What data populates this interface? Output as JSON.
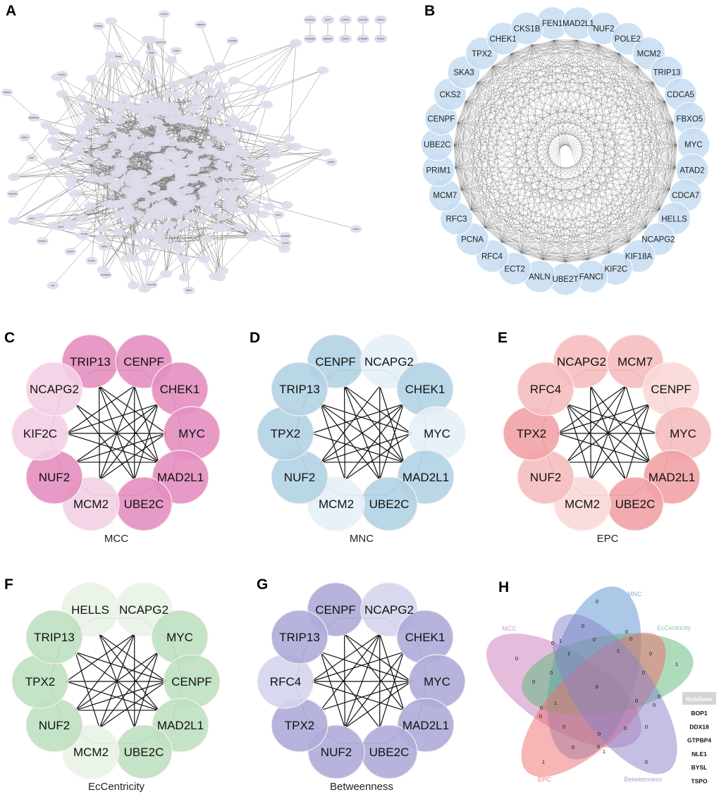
{
  "panel_letters": {
    "a": "A",
    "b": "B",
    "c": "C",
    "d": "D",
    "e": "E",
    "f": "F",
    "g": "G",
    "h": "H"
  },
  "panel_a": {
    "isolated_pairs": [
      [
        "KIAA1211",
        "KIAA1549"
      ],
      [
        "GLTP",
        "ZDHHC9"
      ],
      [
        "CAPN5",
        "STAP2"
      ],
      [
        "C12orf29",
        "OTUD6B"
      ],
      [
        "BTNL3",
        "BTNL8"
      ]
    ],
    "peripheral_labels": [
      "FUCA1",
      "PRIMA1",
      "TMEM72",
      "CCDC80",
      "VWA5A",
      "OLFM1",
      "RLP",
      "GGCT",
      "VILL",
      "ASUN",
      "BCHE",
      "CES2",
      "GALNT12",
      "CLMN",
      "GTF2IRD1",
      "BEX4",
      "C9orf106",
      "HOMER1",
      "VSIG2",
      "IDSP3",
      "CLIC5",
      "CHP1",
      "C10orf54",
      "MAPT",
      "DENND2A",
      "CXXC5",
      "PLCD1",
      "PLCE1",
      "ITPKA",
      "TCEAL3"
    ],
    "node_color": "#dcdcec"
  },
  "panel_b": {
    "node_color": "#c6ddf1",
    "nodes": [
      "FEN1",
      "MAD2L1",
      "NUF2",
      "POLE2",
      "MCM2",
      "TRIP13",
      "CDCA5",
      "FBXO5",
      "MYC",
      "ATAD2",
      "CDCA7",
      "HELLS",
      "NCAPG2",
      "KIF18A",
      "KIF2C",
      "FANCI",
      "UBE2T",
      "ANLN",
      "ECT2",
      "RFC4",
      "PCNA",
      "RFC3",
      "MCM7",
      "PRIM1",
      "UBE2C",
      "CENPF",
      "CKS2",
      "SKA3",
      "TPX2",
      "CHEK1",
      "CKS1B"
    ]
  },
  "subnetworks": [
    {
      "key": "c",
      "title": "MCC",
      "colors": {
        "d": "#e38fbf",
        "m": "#eba9cf",
        "l": "#f3d0e4"
      },
      "nodes": [
        [
          "TRIP13",
          "d"
        ],
        [
          "CENPF",
          "d"
        ],
        [
          "CHEK1",
          "d"
        ],
        [
          "MYC",
          "d"
        ],
        [
          "MAD2L1",
          "d"
        ],
        [
          "UBE2C",
          "d"
        ],
        [
          "MCM2",
          "l"
        ],
        [
          "NUF2",
          "d"
        ],
        [
          "KIF2C",
          "l"
        ],
        [
          "NCAPG2",
          "l"
        ]
      ]
    },
    {
      "key": "d",
      "title": "MNC",
      "colors": {
        "d": "#b3d3e4",
        "m": "#c8e0ec",
        "l": "#e4eff7"
      },
      "nodes": [
        [
          "CENPF",
          "d"
        ],
        [
          "NCAPG2",
          "l"
        ],
        [
          "CHEK1",
          "d"
        ],
        [
          "MYC",
          "l"
        ],
        [
          "MAD2L1",
          "d"
        ],
        [
          "UBE2C",
          "d"
        ],
        [
          "MCM2",
          "l"
        ],
        [
          "NUF2",
          "d"
        ],
        [
          "TPX2",
          "d"
        ],
        [
          "TRIP13",
          "d"
        ]
      ]
    },
    {
      "key": "e",
      "title": "EPC",
      "colors": {
        "d": "#f1a2a6",
        "m": "#f6bec0",
        "l": "#f9d8d9"
      },
      "nodes": [
        [
          "NCAPG2",
          "m"
        ],
        [
          "MCM7",
          "m"
        ],
        [
          "CENPF",
          "l"
        ],
        [
          "MYC",
          "m"
        ],
        [
          "MAD2L1",
          "d"
        ],
        [
          "UBE2C",
          "d"
        ],
        [
          "MCM2",
          "l"
        ],
        [
          "NUF2",
          "m"
        ],
        [
          "TPX2",
          "d"
        ],
        [
          "RFC4",
          "m"
        ]
      ]
    },
    {
      "key": "f",
      "title": "EcCentricity",
      "colors": {
        "d": "#bfe0c0",
        "m": "#d3ead2",
        "l": "#e9f3e7"
      },
      "nodes": [
        [
          "HELLS",
          "l"
        ],
        [
          "NCAPG2",
          "l"
        ],
        [
          "MYC",
          "d"
        ],
        [
          "CENPF",
          "d"
        ],
        [
          "MAD2L1",
          "d"
        ],
        [
          "UBE2C",
          "d"
        ],
        [
          "MCM2",
          "l"
        ],
        [
          "NUF2",
          "d"
        ],
        [
          "TPX2",
          "d"
        ],
        [
          "TRIP13",
          "d"
        ]
      ]
    },
    {
      "key": "g",
      "title": "Betweenness",
      "colors": {
        "d": "#aeacd8",
        "m": "#c0bfe2",
        "l": "#d4d4ec"
      },
      "nodes": [
        [
          "CENPF",
          "d"
        ],
        [
          "NCAPG2",
          "l"
        ],
        [
          "CHEK1",
          "d"
        ],
        [
          "MYC",
          "d"
        ],
        [
          "MAD2L1",
          "d"
        ],
        [
          "UBE2C",
          "d"
        ],
        [
          "NUF2",
          "d"
        ],
        [
          "TPX2",
          "d"
        ],
        [
          "RFC4",
          "l"
        ],
        [
          "TRIP13",
          "d"
        ]
      ]
    }
  ],
  "venn": {
    "sets": [
      {
        "name": "MCC",
        "color": "#c77bb8",
        "label_color": "#d99ccb"
      },
      {
        "name": "MNC",
        "color": "#5b8fd0",
        "label_color": "#8ab0e0"
      },
      {
        "name": "EcCentricity",
        "color": "#5cb87a",
        "label_color": "#8fd0a0"
      },
      {
        "name": "EPC",
        "color": "#ef6b6b",
        "label_color": "#ef7a7a"
      },
      {
        "name": "Betweenness",
        "color": "#8a82c8",
        "label_color": "#a8a3d8"
      }
    ],
    "region_counts": [
      0,
      0,
      0,
      0,
      0,
      1,
      0,
      1,
      1,
      0,
      1,
      0,
      0,
      0,
      0,
      6,
      1,
      0,
      0,
      0,
      0,
      0,
      0,
      0,
      0,
      0,
      0,
      0,
      1,
      1,
      0
    ],
    "hub_header": "HubGene",
    "hub_genes": [
      "BOP1",
      "DDX18",
      "GTPBP4",
      "NLE1",
      "BYSL",
      "TSPO"
    ]
  }
}
